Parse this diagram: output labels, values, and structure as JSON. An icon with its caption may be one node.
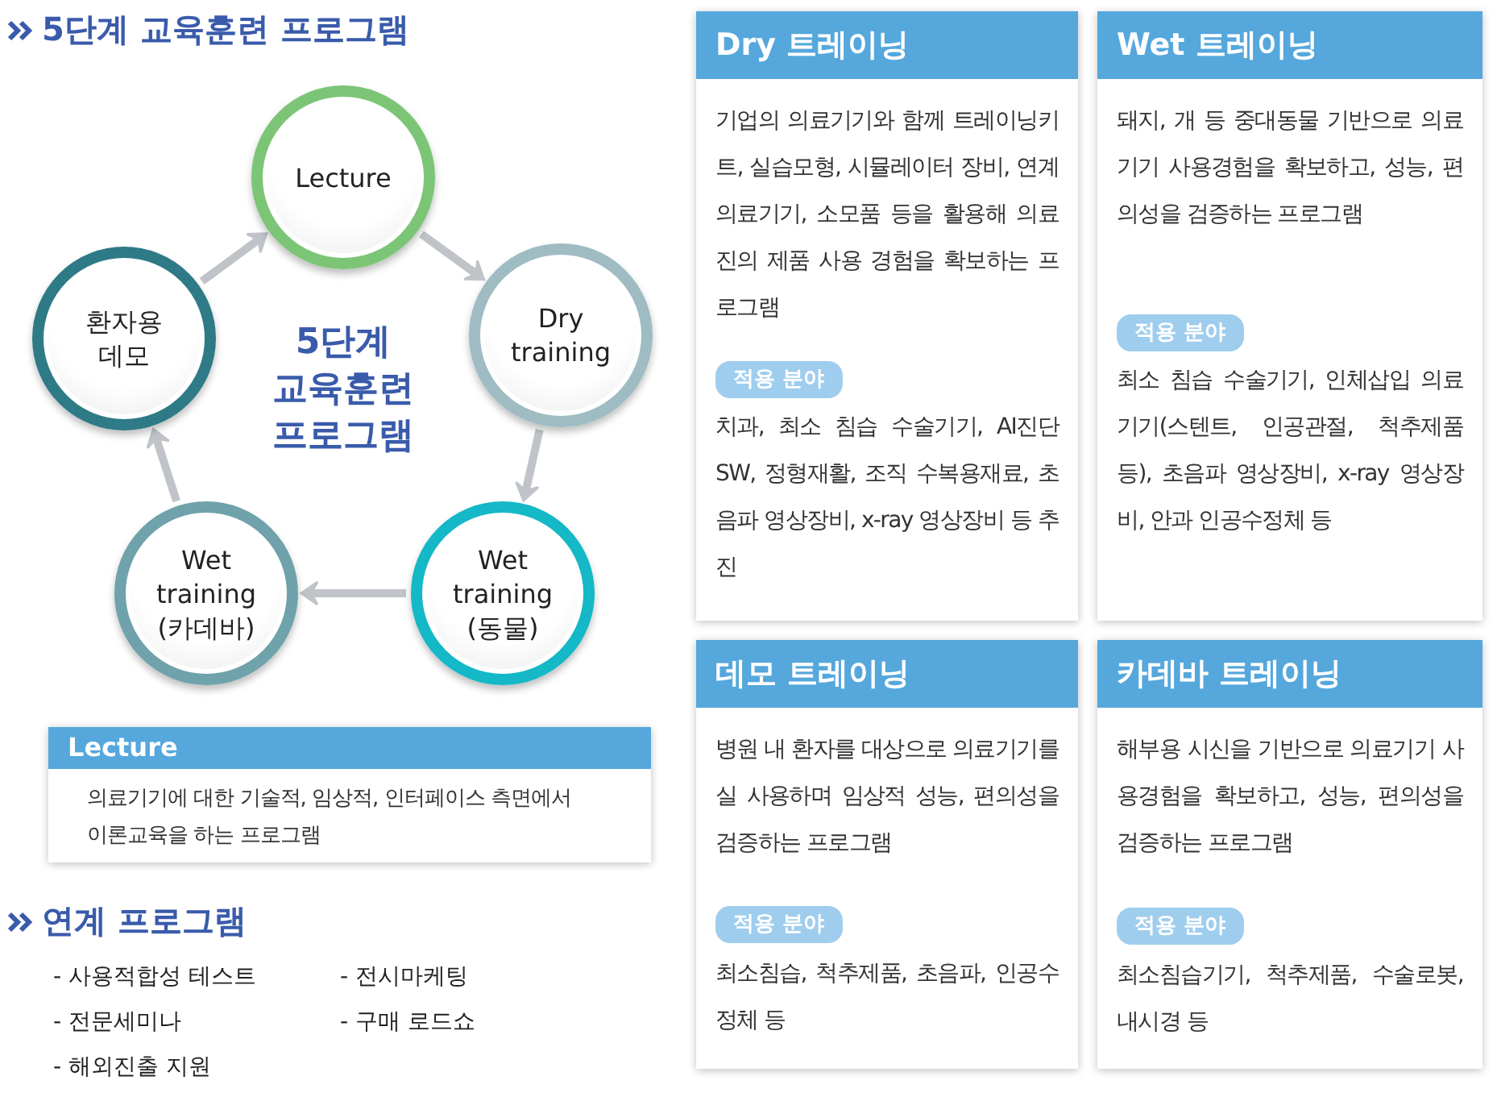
{
  "diagram": {
    "title": "5단계 교육훈련 프로그램",
    "nodes": [
      {
        "text": [
          "Lecture"
        ]
      },
      {
        "text": [
          "Dry training"
        ]
      },
      {
        "text": [
          "Wet training (동물)"
        ]
      },
      {
        "text": [
          "Wet training (카데바)"
        ]
      },
      {
        "text": [
          "환자용 데모"
        ]
      },
      {
        "text": [
          "Lecture",
          "의료기기에 대한 기술적, 임상적, 인터페이스 측면에서 이론교육을 하는 프로그램"
        ]
      },
      {
        "text": [
          "Dry 트레이닝",
          "기업의 의료기기와 함께 트레이닝키트, 실습모형, 시뮬레이터 장비, 연계 의료기기, 소모품 등을 활용해 의료진의 제품 사용 경험을 확보하는 프로그램",
          "적용 분야",
          "치과, 최소 침습 수술기기, AI진단SW, 정형재활, 조직 수복용재료, 초음파 영상장비, x-ray 영상장비 등 추진"
        ]
      },
      {
        "text": [
          "Wet 트레이닝",
          "돼지, 개 등 중대동물 기반으로 의료기기 사용경험을 확보하고, 성능, 편의성을 검증하는 프로그램",
          "적용 분야",
          "최소 침습 수술기기, 인체삽입 의료기기(스텐트, 인공관절, 척추제품 등), 초음파 영상장비, x-ray 영상장비, 안과 인공수정체 등"
        ]
      },
      {
        "text": [
          "데모 트레이닝",
          "병원 내 환자를 대상으로 의료기기를 실 사용하며 임상적 성능, 편의성을 검증하는 프로그램",
          "적용 분야",
          "최소침습, 척추제품, 초음파, 인공수정체 등"
        ]
      },
      {
        "text": [
          "카데바 트레이닝",
          "해부용 시신을 기반으로 의료기기 사용경험을 확보하고, 성능, 편의성을 검증하는 프로그램",
          "적용 분야",
          "최소침습기기, 척추제품, 수술로봇, 내시경 등"
        ]
      }
    ],
    "edges": [
      {
        "from": 0,
        "to": 1,
        "arrow": "to"
      },
      {
        "from": 1,
        "to": 2,
        "arrow": "to"
      },
      {
        "from": 2,
        "to": 3,
        "arrow": "to"
      },
      {
        "from": 3,
        "to": 4,
        "arrow": "to"
      },
      {
        "from": 4,
        "to": 0,
        "arrow": "to"
      }
    ],
    "labels": [
      "5단계 교육훈련 프로그램",
      "연계 프로그램",
      "- 사용적합성 테스트",
      "- 전시마케팅",
      "- 전문세미나",
      "- 구매 로드쇼",
      "- 해외진출 지원"
    ]
  }
}
